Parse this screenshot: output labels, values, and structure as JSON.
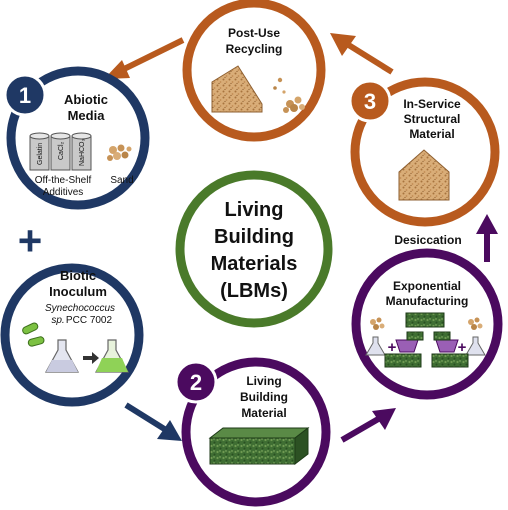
{
  "center": {
    "line1": "Living",
    "line2": "Building",
    "line3": "Materials",
    "line4": "(LBMs)"
  },
  "abiotic": {
    "number": "1",
    "title_line1": "Abiotic",
    "title_line2": "Media",
    "can_labels": [
      "Gelatin",
      "CaCl₂",
      "NaHCO₃"
    ],
    "caption_line1": "Off-the-Shelf",
    "caption_line2": "Additives",
    "sand_label": "Sand"
  },
  "plus_symbol": "+",
  "biotic": {
    "title_line1": "Biotic",
    "title_line2": "Inoculum",
    "organism_line1": "Synechococcus",
    "organism_line2": "sp.",
    "organism_strain": "PCC 7002"
  },
  "living": {
    "number": "2",
    "title_line1": "Living",
    "title_line2": "Building",
    "title_line3": "Material"
  },
  "exponential": {
    "title_line1": "Exponential",
    "title_line2": "Manufacturing"
  },
  "desiccation_label": "Desiccation",
  "inservice": {
    "number": "3",
    "title_line1": "In-Service",
    "title_line2": "Structural",
    "title_line3": "Material"
  },
  "recycling": {
    "title_line1": "Post-Use",
    "title_line2": "Recycling"
  },
  "colors": {
    "navy": "#1f3864",
    "purple": "#4b0a5f",
    "brown": "#b85a1e",
    "green": "#4a7a2a",
    "sand": "#d4a46a",
    "block": "#3d6b32"
  }
}
